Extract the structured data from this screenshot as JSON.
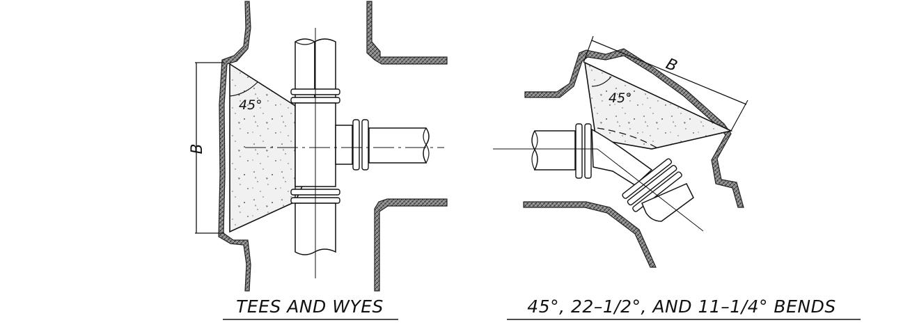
{
  "left_detail": {
    "caption": "TEES AND WYES",
    "angle_label": "45°",
    "dimension_label": "B"
  },
  "right_detail": {
    "caption": "45°, 22–1/2°, AND 11–1/4° BENDS",
    "angle_label": "45°",
    "dimension_label": "B"
  }
}
